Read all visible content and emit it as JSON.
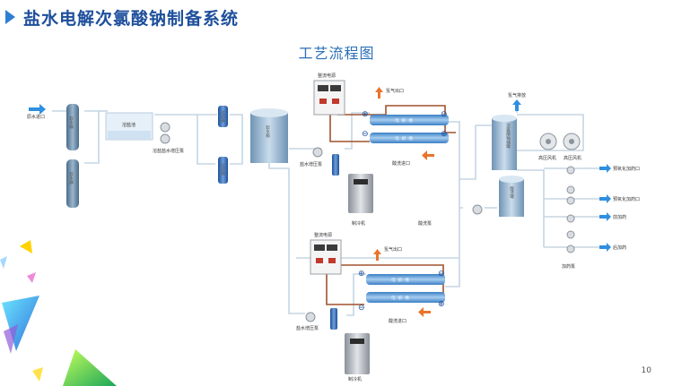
{
  "header": {
    "title": "盐水电解次氯酸钠制备系统",
    "subtitle": "工艺流程图"
  },
  "page_number": "10",
  "colors": {
    "pipe": "#c9d8e6",
    "vessel": "#7fa6c6",
    "accent": "#2f7fd0",
    "gas_arrow": "#e8752b",
    "dc_line": "#a0522d"
  },
  "labels": {
    "raw_water_inlet": "原水进口",
    "softener_1": "软水器",
    "softener_2": "软水器",
    "brine_tank": "溶盐池",
    "dissolve_pump": "溶盐盐水增压泵",
    "filter_1": "过滤器",
    "filter_2": "过滤器",
    "soft_water_tank": "软水箱",
    "power_top": "整流电源",
    "power_bottom": "整流电源",
    "hydrogen_out_top": "氢气出口",
    "hydrogen_out_bottom": "氢气出口",
    "acid_in_top": "酸洗进口",
    "acid_in_bottom": "酸洗进口",
    "cell_label": "电解槽",
    "brine_booster_top": "盐水增压泵",
    "brine_booster_bottom": "盐水增压泵",
    "chiller_top": "制冷机",
    "chiller_bottom": "制冷机",
    "acid_pump": "酸洗泵",
    "exhaust": "氢气排放",
    "naclo_tank": "次氯酸钠储罐",
    "acid_tank": "酸洗罐",
    "blower_1": "高压风机",
    "blower_2": "高压风机",
    "dosing_pumps": "加药泵",
    "dosing_1": "预氧化加药口",
    "dosing_2": "预氧化加药口",
    "dosing_3": "前加药",
    "dosing_4": "后加药"
  }
}
